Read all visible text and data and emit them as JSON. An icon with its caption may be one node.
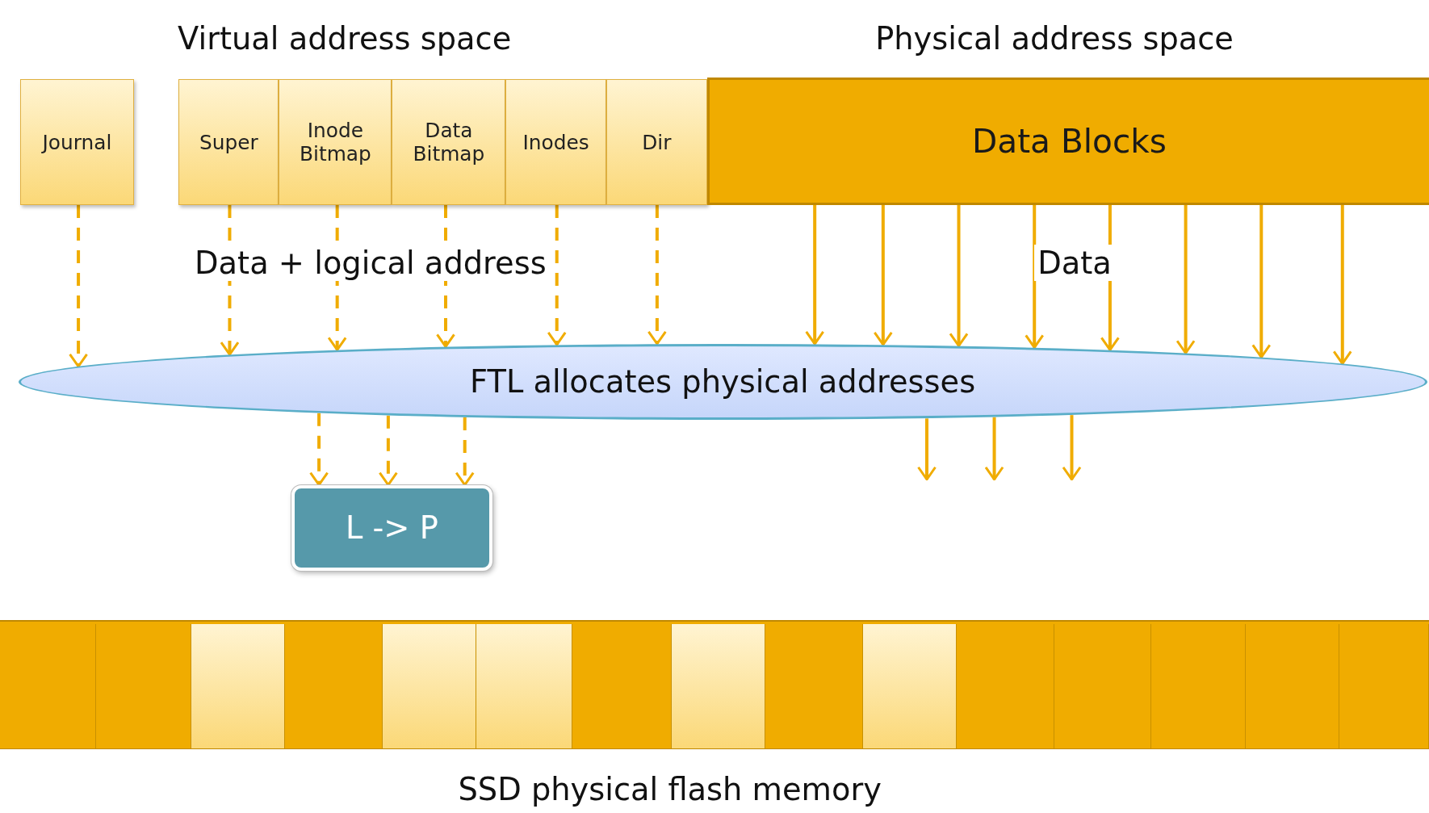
{
  "diagram": {
    "nodes": [
      {
        "text": [
          "Journal"
        ]
      },
      {
        "text": [
          "Super"
        ]
      },
      {
        "text": [
          "Inode Bitmap"
        ]
      },
      {
        "text": [
          "Data Bitmap"
        ]
      },
      {
        "text": [
          "Inodes"
        ]
      },
      {
        "text": [
          "Dir"
        ]
      },
      {
        "text": [
          "Data Blocks"
        ]
      },
      {
        "text": [
          "FTL allocates physical addresses"
        ]
      },
      {
        "text": [
          "L -> P"
        ]
      },
      {
        "text": [
          "SSD physical flash memory"
        ]
      },
      {
        "text": [],
        "shape": "box",
        "in": 9
      },
      {
        "text": [],
        "shape": "box",
        "in": 9
      },
      {
        "text": [],
        "shape": "box",
        "in": 9
      },
      {
        "text": [],
        "shape": "box",
        "in": 9
      },
      {
        "text": [],
        "shape": "box",
        "in": 9
      },
      {
        "text": [],
        "shape": "box",
        "in": 9
      },
      {
        "text": [],
        "shape": "box",
        "in": 9
      },
      {
        "text": [],
        "shape": "box",
        "in": 9
      },
      {
        "text": [],
        "shape": "box",
        "in": 9
      },
      {
        "text": [],
        "shape": "box",
        "in": 9
      },
      {
        "text": [],
        "shape": "box",
        "in": 9
      },
      {
        "text": [],
        "shape": "box",
        "in": 9
      },
      {
        "text": [],
        "shape": "box",
        "in": 9
      },
      {
        "text": [],
        "shape": "box",
        "in": 9
      },
      {
        "text": [],
        "shape": "box",
        "in": 9
      }
    ],
    "edges": [
      {
        "from": 0,
        "to": 7,
        "arrow": "to",
        "style": "dashed"
      },
      {
        "from": 1,
        "to": 7,
        "arrow": "to",
        "style": "dashed"
      },
      {
        "from": 2,
        "to": 7,
        "arrow": "to",
        "style": "dashed"
      },
      {
        "from": 3,
        "to": 7,
        "arrow": "to",
        "style": "dashed"
      },
      {
        "from": 4,
        "to": 7,
        "arrow": "to",
        "style": "dashed"
      },
      {
        "from": 5,
        "to": 7,
        "arrow": "to",
        "style": "dashed"
      },
      {
        "from": 6,
        "to": 7,
        "arrow": "to"
      },
      {
        "from": 6,
        "to": 7,
        "arrow": "to"
      },
      {
        "from": 6,
        "to": 7,
        "arrow": "to"
      },
      {
        "from": 6,
        "to": 7,
        "arrow": "to"
      },
      {
        "from": 6,
        "to": 7,
        "arrow": "to"
      },
      {
        "from": 6,
        "to": 7,
        "arrow": "to"
      },
      {
        "from": 6,
        "to": 7,
        "arrow": "to"
      },
      {
        "from": 6,
        "to": 7,
        "arrow": "to"
      },
      {
        "from": 7,
        "to": 8,
        "arrow": "to",
        "style": "dashed"
      },
      {
        "from": 7,
        "to": 8,
        "arrow": "to",
        "style": "dashed"
      },
      {
        "from": 7,
        "to": 8,
        "arrow": "to",
        "style": "dashed"
      },
      {
        "from": 7,
        "to": null,
        "arrow": "to"
      },
      {
        "from": 7,
        "to": null,
        "arrow": "to"
      },
      {
        "from": 7,
        "to": null,
        "arrow": "to"
      }
    ],
    "labels": [
      "Virtual address space",
      "Physical address space",
      "Data + logical address",
      "Data"
    ]
  }
}
